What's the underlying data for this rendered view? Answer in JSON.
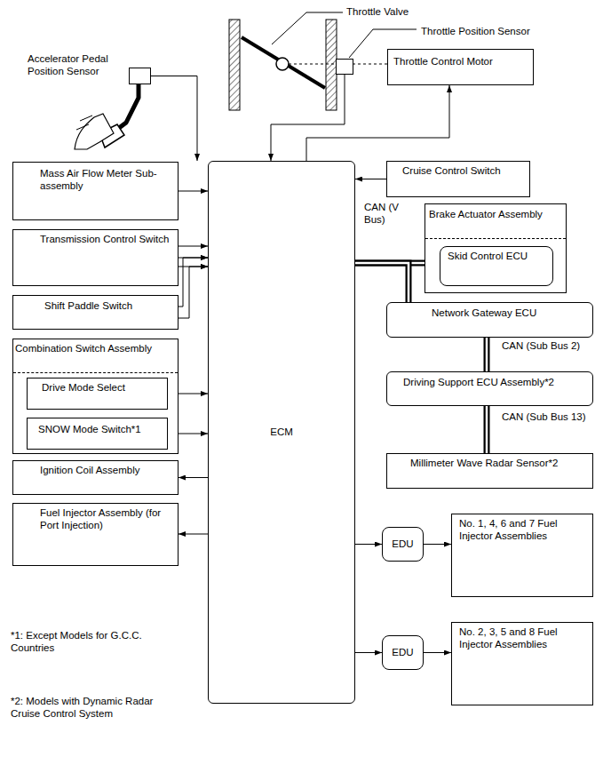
{
  "diagram": {
    "nodes": [
      {
        "text": [
          "ECM"
        ]
      },
      {
        "text": [
          "Accelerator Pedal Position Sensor"
        ]
      },
      {
        "text": [
          "Throttle Position Sensor"
        ]
      },
      {
        "text": [
          "Throttle Control Motor"
        ]
      },
      {
        "text": [
          "Mass Air Flow Meter Sub-assembly"
        ]
      },
      {
        "text": [
          "Transmission Control Switch"
        ]
      },
      {
        "text": [
          "Shift Paddle Switch"
        ]
      },
      {
        "text": [
          "Combination Switch Assembly"
        ]
      },
      {
        "text": [
          "Drive Mode Select"
        ],
        "in": 7
      },
      {
        "text": [
          "SNOW Mode Switch*1"
        ],
        "in": 7
      },
      {
        "text": [
          "Ignition Coil Assembly"
        ]
      },
      {
        "text": [
          "Fuel Injector Assembly (for Port Injection)"
        ]
      },
      {
        "text": [
          "Cruise Control Switch"
        ]
      },
      {
        "text": [
          "Brake Actuator Assembly"
        ]
      },
      {
        "text": [
          "Skid Control ECU"
        ],
        "in": 13
      },
      {
        "text": [
          "Network Gateway ECU"
        ]
      },
      {
        "text": [
          "Driving Support ECU Assembly*2"
        ]
      },
      {
        "text": [
          "Millimeter Wave Radar Sensor*2"
        ]
      },
      {
        "text": [
          "EDU"
        ]
      },
      {
        "text": [
          "No. 1, 4, 6 and 7 Fuel Injector Assemblies"
        ]
      },
      {
        "text": [
          "EDU"
        ]
      },
      {
        "text": [
          "No. 2, 3, 5 and 8 Fuel Injector Assemblies"
        ]
      }
    ],
    "edges": [
      {
        "from": 1,
        "to": 0,
        "arrow": "to"
      },
      {
        "from": 2,
        "to": 0,
        "arrow": "to"
      },
      {
        "from": 0,
        "to": 3,
        "arrow": "to"
      },
      {
        "from": 4,
        "to": 0,
        "arrow": "to"
      },
      {
        "from": 5,
        "to": 0,
        "arrow": "to"
      },
      {
        "from": 5,
        "to": 0,
        "arrow": "to"
      },
      {
        "from": 5,
        "to": 0,
        "arrow": "to"
      },
      {
        "from": 6,
        "to": 0,
        "arrow": "to"
      },
      {
        "from": 6,
        "to": 0,
        "arrow": "to"
      },
      {
        "from": 8,
        "to": 0,
        "arrow": "to"
      },
      {
        "from": 9,
        "to": 0,
        "arrow": "to"
      },
      {
        "from": 0,
        "to": 10,
        "arrow": "to"
      },
      {
        "from": 0,
        "to": 11,
        "arrow": "to"
      },
      {
        "from": 12,
        "to": 0,
        "arrow": "to"
      },
      {
        "from": 0,
        "to": 14,
        "arrow": "none",
        "label": "CAN (V Bus)"
      },
      {
        "from": 0,
        "to": 15,
        "arrow": "none"
      },
      {
        "from": 15,
        "to": 16,
        "arrow": "none",
        "label": "CAN (Sub Bus 2)"
      },
      {
        "from": 16,
        "to": 17,
        "arrow": "none",
        "label": "CAN (Sub Bus 13)"
      },
      {
        "from": 0,
        "to": 18,
        "arrow": "to"
      },
      {
        "from": 18,
        "to": 19,
        "arrow": "to"
      },
      {
        "from": 0,
        "to": 20,
        "arrow": "to"
      },
      {
        "from": 20,
        "to": 21,
        "arrow": "to"
      }
    ],
    "labels": [
      "Throttle Valve",
      "*1: Except Models for G.C.C. Countries",
      "*2: Models with Dynamic Radar Cruise Control System"
    ]
  }
}
